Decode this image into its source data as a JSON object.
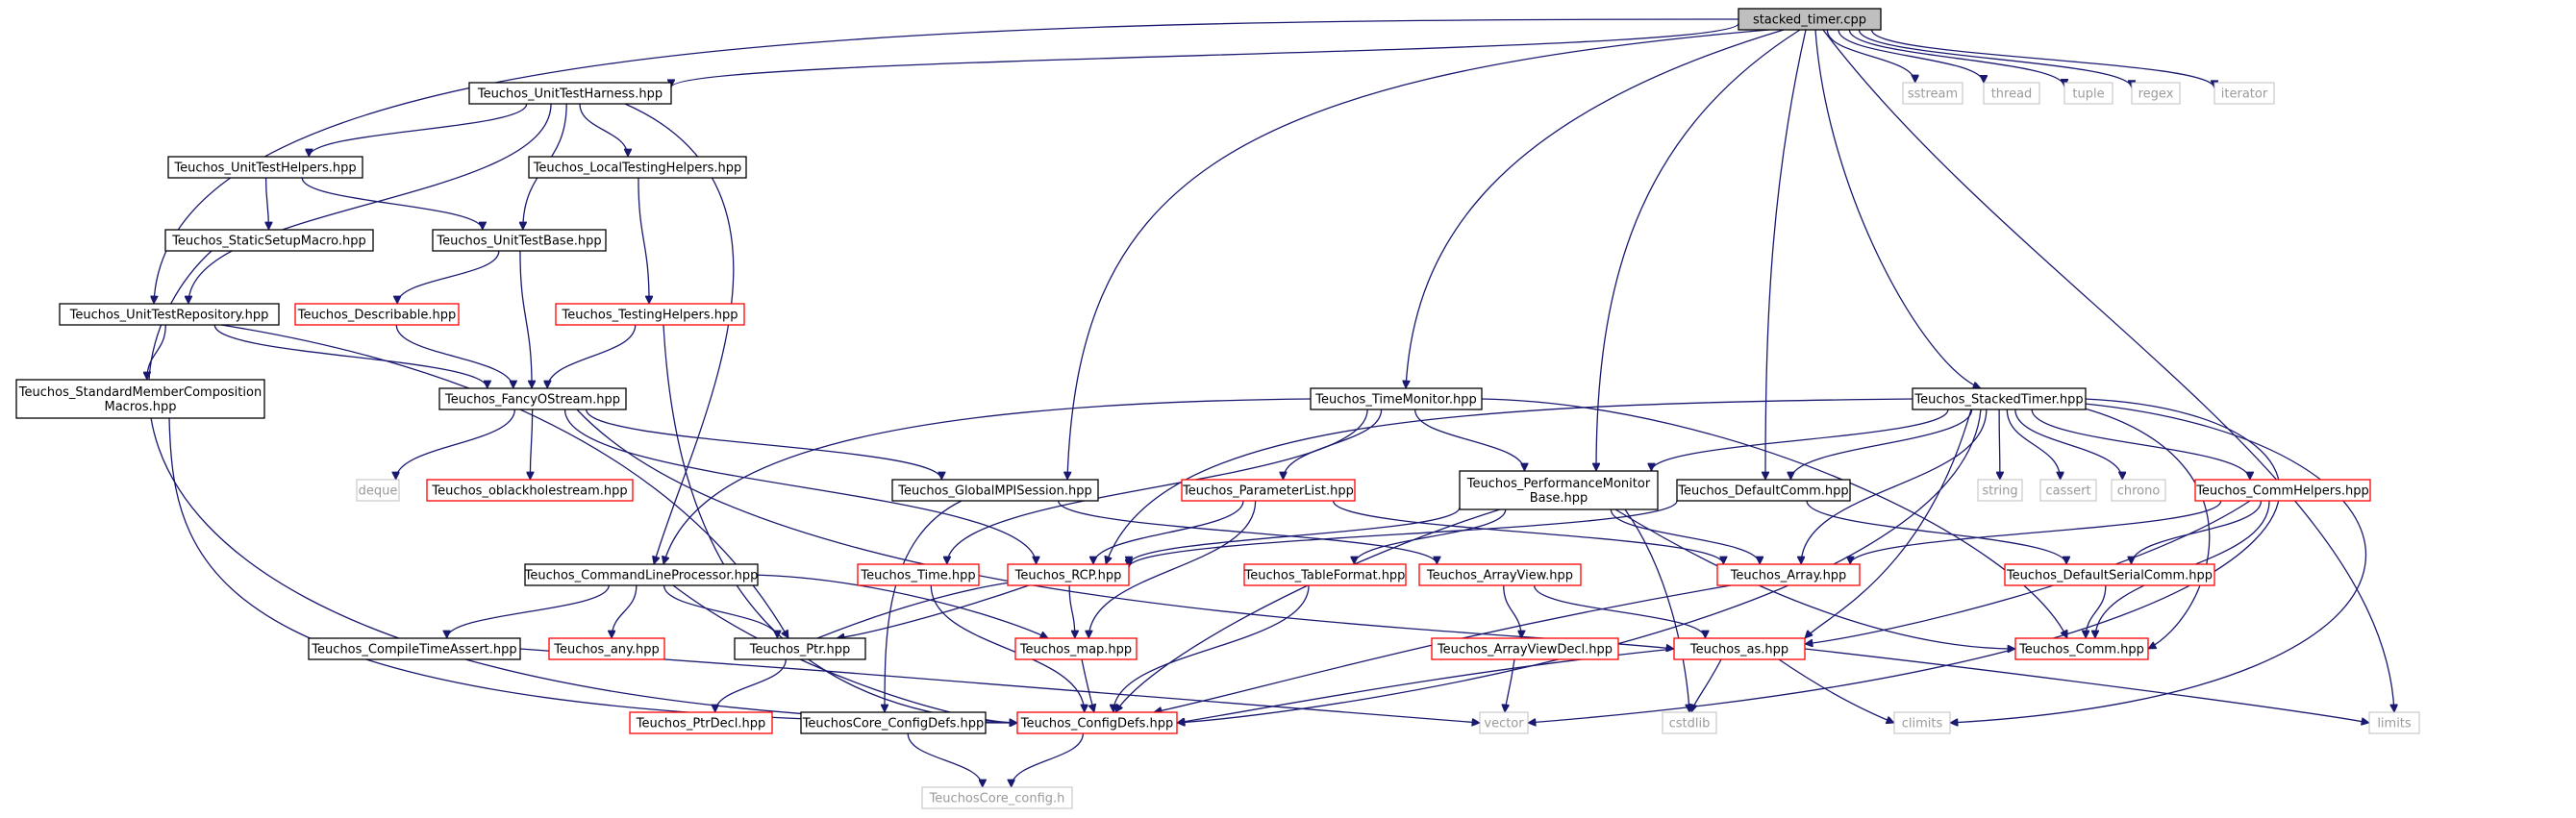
{
  "graph": {
    "nodes": [
      {
        "id": "stacked_timer",
        "label": [
          "stacked_timer.cpp"
        ],
        "style": "root"
      },
      {
        "id": "sstream",
        "label": [
          "sstream"
        ],
        "style": "system"
      },
      {
        "id": "thread",
        "label": [
          "thread"
        ],
        "style": "system"
      },
      {
        "id": "tuple",
        "label": [
          "tuple"
        ],
        "style": "system"
      },
      {
        "id": "regex",
        "label": [
          "regex"
        ],
        "style": "system"
      },
      {
        "id": "iterator",
        "label": [
          "iterator"
        ],
        "style": "system"
      },
      {
        "id": "unittestharness",
        "label": [
          "Teuchos_UnitTestHarness.hpp"
        ],
        "style": "documented"
      },
      {
        "id": "unittesthelpers",
        "label": [
          "Teuchos_UnitTestHelpers.hpp"
        ],
        "style": "documented"
      },
      {
        "id": "localtestinghelpers",
        "label": [
          "Teuchos_LocalTestingHelpers.hpp"
        ],
        "style": "documented"
      },
      {
        "id": "staticsetupmacro",
        "label": [
          "Teuchos_StaticSetupMacro.hpp"
        ],
        "style": "documented"
      },
      {
        "id": "unittestbase",
        "label": [
          "Teuchos_UnitTestBase.hpp"
        ],
        "style": "documented"
      },
      {
        "id": "unittestrepository",
        "label": [
          "Teuchos_UnitTestRepository.hpp"
        ],
        "style": "documented"
      },
      {
        "id": "describable",
        "label": [
          "Teuchos_Describable.hpp"
        ],
        "style": "truncated"
      },
      {
        "id": "testinghelpers",
        "label": [
          "Teuchos_TestingHelpers.hpp"
        ],
        "style": "truncated"
      },
      {
        "id": "stdmembercomp",
        "label": [
          "Teuchos_StandardMemberComposition",
          "Macros.hpp"
        ],
        "style": "documented"
      },
      {
        "id": "fancyostream",
        "label": [
          "Teuchos_FancyOStream.hpp"
        ],
        "style": "documented"
      },
      {
        "id": "deque",
        "label": [
          "deque"
        ],
        "style": "system"
      },
      {
        "id": "oblackhole",
        "label": [
          "Teuchos_oblackholestream.hpp"
        ],
        "style": "truncated"
      },
      {
        "id": "globalmpi",
        "label": [
          "Teuchos_GlobalMPISession.hpp"
        ],
        "style": "documented"
      },
      {
        "id": "timemonitor",
        "label": [
          "Teuchos_TimeMonitor.hpp"
        ],
        "style": "documented"
      },
      {
        "id": "parameterlist",
        "label": [
          "Teuchos_ParameterList.hpp"
        ],
        "style": "truncated"
      },
      {
        "id": "perfmonitor",
        "label": [
          "Teuchos_PerformanceMonitor",
          "Base.hpp"
        ],
        "style": "documented"
      },
      {
        "id": "defaultcomm",
        "label": [
          "Teuchos_DefaultComm.hpp"
        ],
        "style": "documented"
      },
      {
        "id": "stackedtimer_hpp",
        "label": [
          "Teuchos_StackedTimer.hpp"
        ],
        "style": "documented"
      },
      {
        "id": "string",
        "label": [
          "string"
        ],
        "style": "system"
      },
      {
        "id": "cassert",
        "label": [
          "cassert"
        ],
        "style": "system"
      },
      {
        "id": "chrono",
        "label": [
          "chrono"
        ],
        "style": "system"
      },
      {
        "id": "commhelpers",
        "label": [
          "Teuchos_CommHelpers.hpp"
        ],
        "style": "truncated"
      },
      {
        "id": "cmdline",
        "label": [
          "Teuchos_CommandLineProcessor.hpp"
        ],
        "style": "documented"
      },
      {
        "id": "time",
        "label": [
          "Teuchos_Time.hpp"
        ],
        "style": "truncated"
      },
      {
        "id": "rcp",
        "label": [
          "Teuchos_RCP.hpp"
        ],
        "style": "truncated"
      },
      {
        "id": "tableformat",
        "label": [
          "Teuchos_TableFormat.hpp"
        ],
        "style": "truncated"
      },
      {
        "id": "arrayview",
        "label": [
          "Teuchos_ArrayView.hpp"
        ],
        "style": "truncated"
      },
      {
        "id": "array",
        "label": [
          "Teuchos_Array.hpp"
        ],
        "style": "truncated"
      },
      {
        "id": "defaultserialcomm",
        "label": [
          "Teuchos_DefaultSerialComm.hpp"
        ],
        "style": "truncated"
      },
      {
        "id": "compiletimeassert",
        "label": [
          "Teuchos_CompileTimeAssert.hpp"
        ],
        "style": "documented"
      },
      {
        "id": "any",
        "label": [
          "Teuchos_any.hpp"
        ],
        "style": "truncated"
      },
      {
        "id": "ptr",
        "label": [
          "Teuchos_Ptr.hpp"
        ],
        "style": "documented"
      },
      {
        "id": "map",
        "label": [
          "Teuchos_map.hpp"
        ],
        "style": "truncated"
      },
      {
        "id": "arrayviewdecl",
        "label": [
          "Teuchos_ArrayViewDecl.hpp"
        ],
        "style": "truncated"
      },
      {
        "id": "as",
        "label": [
          "Teuchos_as.hpp"
        ],
        "style": "truncated"
      },
      {
        "id": "comm",
        "label": [
          "Teuchos_Comm.hpp"
        ],
        "style": "truncated"
      },
      {
        "id": "ptrdecl",
        "label": [
          "Teuchos_PtrDecl.hpp"
        ],
        "style": "truncated"
      },
      {
        "id": "coreconfigdefs",
        "label": [
          "TeuchosCore_ConfigDefs.hpp"
        ],
        "style": "documented"
      },
      {
        "id": "configdefs",
        "label": [
          "Teuchos_ConfigDefs.hpp"
        ],
        "style": "truncated"
      },
      {
        "id": "vector",
        "label": [
          "vector"
        ],
        "style": "system"
      },
      {
        "id": "cstdlib",
        "label": [
          "cstdlib"
        ],
        "style": "system"
      },
      {
        "id": "climits",
        "label": [
          "climits"
        ],
        "style": "system"
      },
      {
        "id": "limits",
        "label": [
          "limits"
        ],
        "style": "system"
      },
      {
        "id": "coreconfig",
        "label": [
          "TeuchosCore_config.h"
        ],
        "style": "system"
      }
    ],
    "edges": [
      [
        "stacked_timer",
        "unittestharness"
      ],
      [
        "stacked_timer",
        "unittestrepository"
      ],
      [
        "stacked_timer",
        "globalmpi"
      ],
      [
        "stacked_timer",
        "timemonitor"
      ],
      [
        "stacked_timer",
        "perfmonitor"
      ],
      [
        "stacked_timer",
        "defaultcomm"
      ],
      [
        "stacked_timer",
        "stackedtimer_hpp"
      ],
      [
        "stacked_timer",
        "sstream"
      ],
      [
        "stacked_timer",
        "thread"
      ],
      [
        "stacked_timer",
        "tuple"
      ],
      [
        "stacked_timer",
        "regex"
      ],
      [
        "stacked_timer",
        "iterator"
      ],
      [
        "stacked_timer",
        "limits"
      ],
      [
        "unittestharness",
        "unittesthelpers"
      ],
      [
        "unittestharness",
        "localtestinghelpers"
      ],
      [
        "unittestharness",
        "unittestbase"
      ],
      [
        "unittestharness",
        "unittestrepository"
      ],
      [
        "unittestharness",
        "cmdline"
      ],
      [
        "unittesthelpers",
        "staticsetupmacro"
      ],
      [
        "unittesthelpers",
        "unittestbase"
      ],
      [
        "localtestinghelpers",
        "testinghelpers"
      ],
      [
        "staticsetupmacro",
        "configdefs"
      ],
      [
        "unittestbase",
        "describable"
      ],
      [
        "unittestbase",
        "fancyostream"
      ],
      [
        "describable",
        "fancyostream"
      ],
      [
        "testinghelpers",
        "fancyostream"
      ],
      [
        "testinghelpers",
        "configdefs"
      ],
      [
        "unittestrepository",
        "stdmembercomp"
      ],
      [
        "unittestrepository",
        "fancyostream"
      ],
      [
        "unittestrepository",
        "ptr"
      ],
      [
        "stdmembercomp",
        "configdefs"
      ],
      [
        "fancyostream",
        "deque"
      ],
      [
        "fancyostream",
        "oblackhole"
      ],
      [
        "fancyostream",
        "globalmpi"
      ],
      [
        "fancyostream",
        "rcp"
      ],
      [
        "fancyostream",
        "as"
      ],
      [
        "globalmpi",
        "arrayview"
      ],
      [
        "globalmpi",
        "coreconfigdefs"
      ],
      [
        "timemonitor",
        "cmdline"
      ],
      [
        "timemonitor",
        "time"
      ],
      [
        "timemonitor",
        "parameterlist"
      ],
      [
        "timemonitor",
        "perfmonitor"
      ],
      [
        "timemonitor",
        "comm"
      ],
      [
        "parameterlist",
        "rcp"
      ],
      [
        "parameterlist",
        "array"
      ],
      [
        "parameterlist",
        "map"
      ],
      [
        "perfmonitor",
        "rcp"
      ],
      [
        "perfmonitor",
        "tableformat"
      ],
      [
        "perfmonitor",
        "array"
      ],
      [
        "perfmonitor",
        "cstdlib"
      ],
      [
        "perfmonitor",
        "comm"
      ],
      [
        "perfmonitor",
        "configdefs"
      ],
      [
        "defaultcomm",
        "rcp"
      ],
      [
        "defaultcomm",
        "defaultserialcomm"
      ],
      [
        "stackedtimer_hpp",
        "string"
      ],
      [
        "stackedtimer_hpp",
        "cassert"
      ],
      [
        "stackedtimer_hpp",
        "chrono"
      ],
      [
        "stackedtimer_hpp",
        "commhelpers"
      ],
      [
        "stackedtimer_hpp",
        "defaultcomm"
      ],
      [
        "stackedtimer_hpp",
        "perfmonitor"
      ],
      [
        "stackedtimer_hpp",
        "rcp"
      ],
      [
        "stackedtimer_hpp",
        "array"
      ],
      [
        "stackedtimer_hpp",
        "comm"
      ],
      [
        "stackedtimer_hpp",
        "as"
      ],
      [
        "stackedtimer_hpp",
        "vector"
      ],
      [
        "stackedtimer_hpp",
        "climits"
      ],
      [
        "stackedtimer_hpp",
        "configdefs"
      ],
      [
        "commhelpers",
        "array"
      ],
      [
        "commhelpers",
        "defaultserialcomm"
      ],
      [
        "commhelpers",
        "comm"
      ],
      [
        "commhelpers",
        "as"
      ],
      [
        "defaultserialcomm",
        "comm"
      ],
      [
        "cmdline",
        "compiletimeassert"
      ],
      [
        "cmdline",
        "any"
      ],
      [
        "cmdline",
        "ptr"
      ],
      [
        "cmdline",
        "map"
      ],
      [
        "cmdline",
        "configdefs"
      ],
      [
        "compiletimeassert",
        "vector"
      ],
      [
        "time",
        "configdefs"
      ],
      [
        "rcp",
        "ptr"
      ],
      [
        "rcp",
        "map"
      ],
      [
        "ptr",
        "rcp"
      ],
      [
        "ptr",
        "ptrdecl"
      ],
      [
        "tableformat",
        "configdefs"
      ],
      [
        "arrayview",
        "arrayviewdecl"
      ],
      [
        "arrayview",
        "as"
      ],
      [
        "array",
        "configdefs"
      ],
      [
        "map",
        "configdefs"
      ],
      [
        "arrayviewdecl",
        "vector"
      ],
      [
        "as",
        "configdefs"
      ],
      [
        "as",
        "cstdlib"
      ],
      [
        "as",
        "climits"
      ],
      [
        "as",
        "limits"
      ],
      [
        "coreconfigdefs",
        "coreconfig"
      ],
      [
        "configdefs",
        "coreconfig"
      ]
    ]
  },
  "colors": {
    "edge": "#191970",
    "documented_border": "#000000",
    "truncated_border": "#ff0000",
    "system_border": "#bfbfbf",
    "root_fill": "#bfbfbf",
    "muted_text": "#9a9a9a"
  }
}
